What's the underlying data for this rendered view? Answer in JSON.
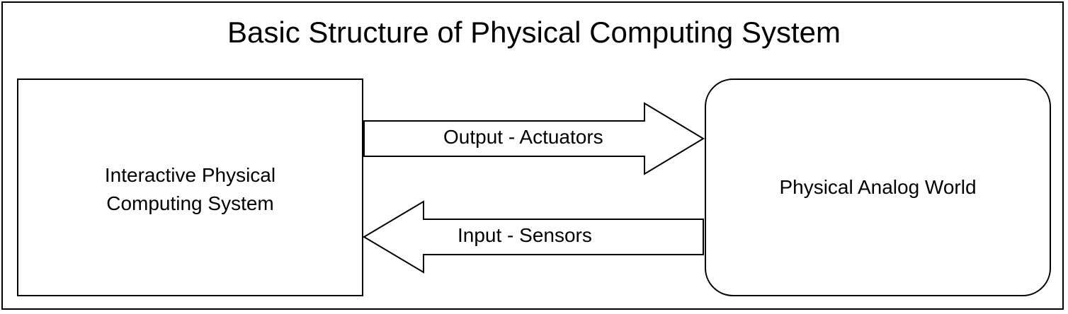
{
  "title": "Basic Structure of Physical Computing System",
  "nodes": {
    "left_line1": "Interactive Physical",
    "left_line2": "Computing System",
    "right": "Physical Analog World"
  },
  "arrows": {
    "output": "Output - Actuators",
    "input": "Input - Sensors"
  },
  "colors": {
    "stroke": "#000000",
    "fill": "#ffffff"
  }
}
